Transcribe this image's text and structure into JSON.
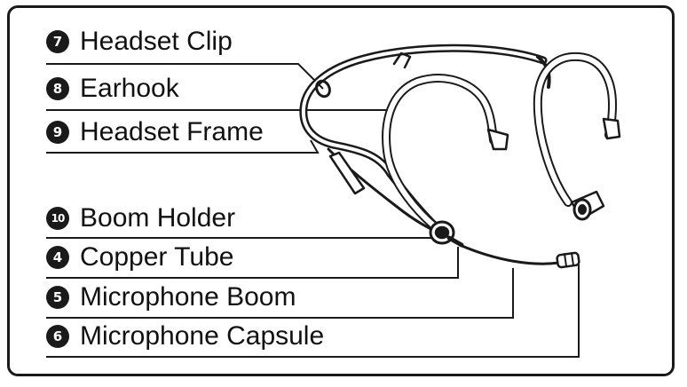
{
  "labels": [
    {
      "number": "7",
      "text": "Headset Clip"
    },
    {
      "number": "8",
      "text": "Earhook"
    },
    {
      "number": "9",
      "text": "Headset Frame"
    },
    {
      "number": "10",
      "text": "Boom Holder"
    },
    {
      "number": "4",
      "text": "Copper Tube"
    },
    {
      "number": "5",
      "text": "Microphone Boom"
    },
    {
      "number": "6",
      "text": "Microphone Capsule"
    }
  ],
  "colors": {
    "line": "#1a1a1a",
    "background": "#ffffff"
  }
}
